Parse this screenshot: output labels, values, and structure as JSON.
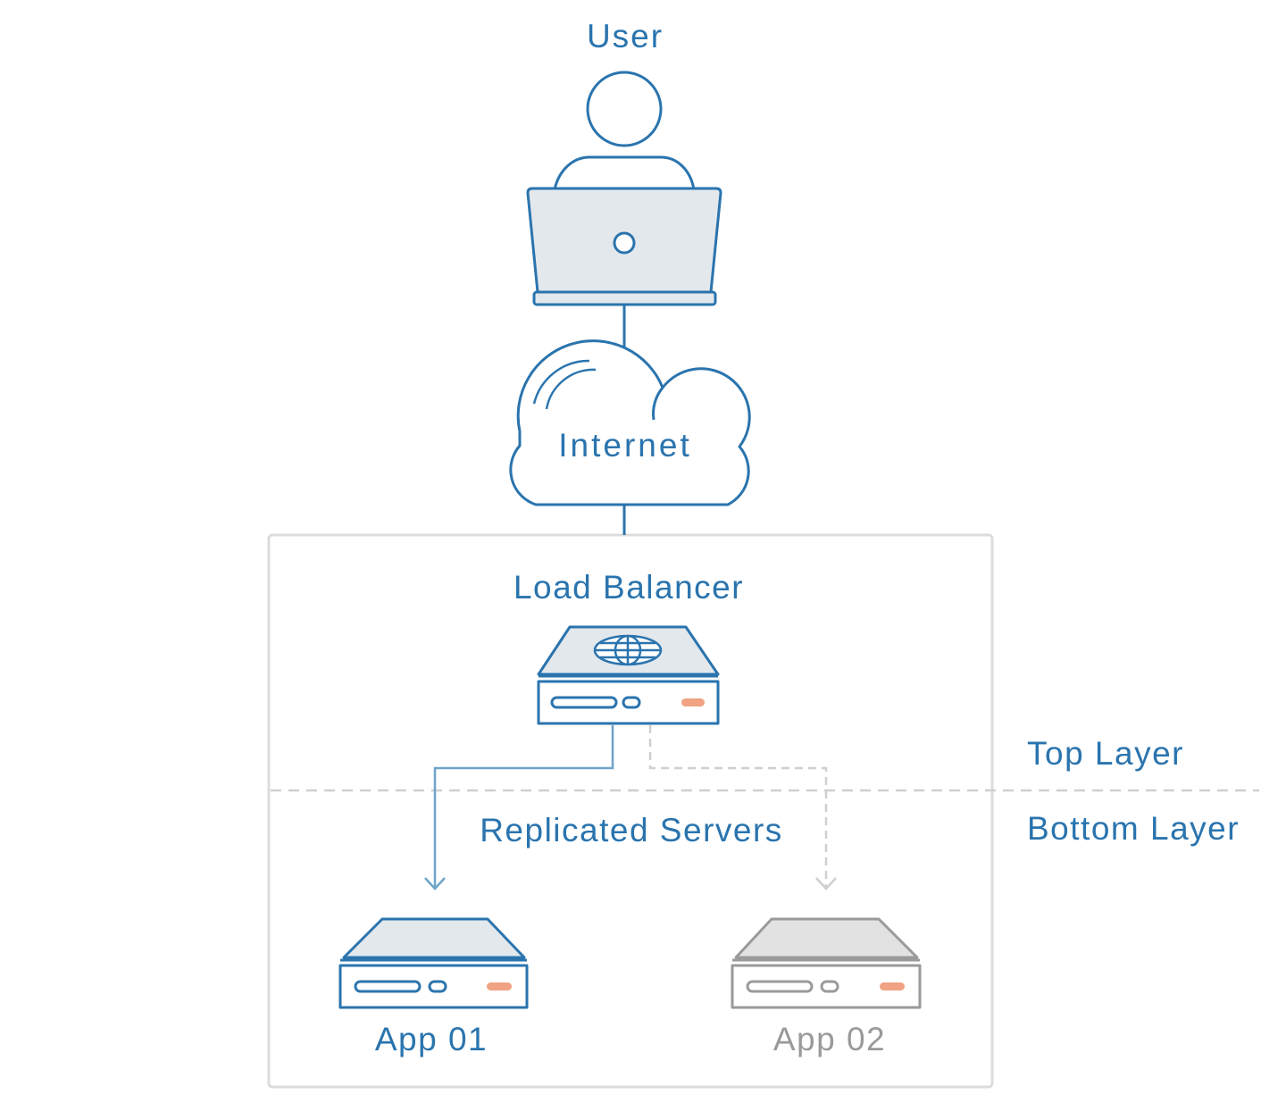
{
  "colors": {
    "primary": "#2a74ae",
    "fill": "#e3e8ec",
    "accent": "#f0a283",
    "inactive": "#9a9a9a",
    "inactive_fill": "#e2e2e2",
    "light_line": "#6ea4c9",
    "border": "#dcdcdc",
    "dashed": "#cfcfcf"
  },
  "nodes": {
    "user": {
      "label": "User",
      "icon": "person-with-laptop-icon"
    },
    "internet": {
      "label": "Internet",
      "icon": "cloud-icon"
    },
    "load_balancer": {
      "label": "Load Balancer",
      "icon": "server-with-globe-icon"
    },
    "replicated": {
      "label": "Replicated Servers"
    },
    "app01": {
      "label": "App 01",
      "icon": "server-icon",
      "state": "active"
    },
    "app02": {
      "label": "App 02",
      "icon": "server-icon",
      "state": "inactive"
    }
  },
  "layers": {
    "top": "Top Layer",
    "bottom": "Bottom Layer"
  },
  "connections": [
    {
      "from": "user",
      "to": "internet",
      "style": "solid"
    },
    {
      "from": "internet",
      "to": "load_balancer",
      "style": "solid"
    },
    {
      "from": "load_balancer",
      "to": "app01",
      "style": "solid-arrow"
    },
    {
      "from": "load_balancer",
      "to": "app02",
      "style": "dashed-arrow"
    }
  ]
}
